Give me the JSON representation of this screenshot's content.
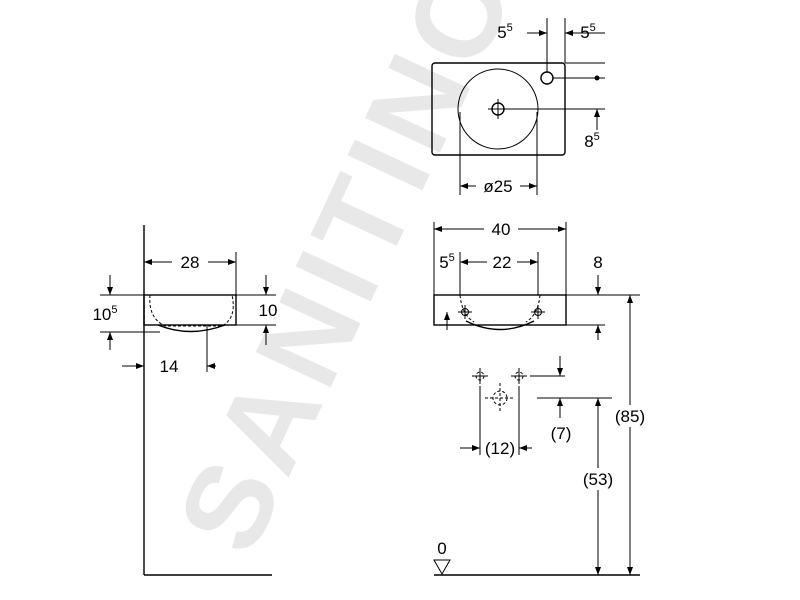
{
  "watermark": {
    "text": "SANITINO"
  },
  "top_view": {
    "dim_left_offset": {
      "base": "5",
      "sup": "5"
    },
    "dim_right_offset": {
      "base": "5",
      "sup": "5"
    },
    "dim_drain_offset": {
      "base": "8",
      "sup": "5"
    },
    "dim_bowl_diameter": "ø25"
  },
  "side_view": {
    "dim_width": "28",
    "dim_height_left": {
      "base": "10",
      "sup": "5"
    },
    "dim_height_right": "10",
    "dim_wall_distance": "14"
  },
  "front_view": {
    "dim_total_width": "40",
    "dim_tap_offset": {
      "base": "5",
      "sup": "5"
    },
    "dim_bowl_width": "22",
    "dim_rim_height": "8",
    "dim_mount_spacing": "(12)",
    "dim_mount_height": "(7)",
    "dim_install_height": "(53)",
    "dim_total_height": "(85)",
    "floor_level": "0"
  }
}
